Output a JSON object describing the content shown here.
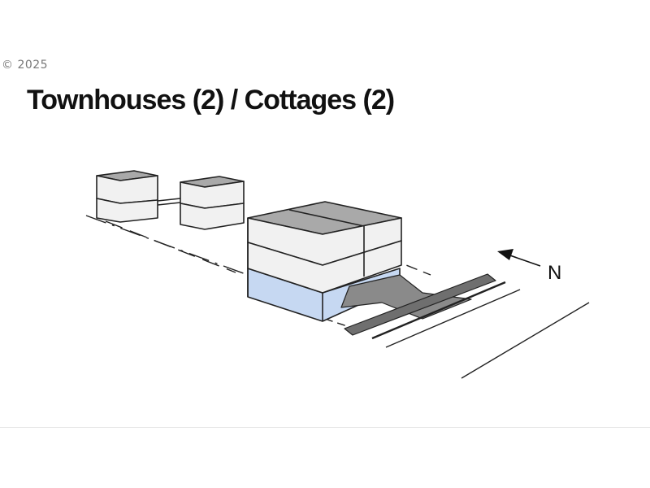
{
  "copyright": "© 2025",
  "title": "Townhouses (2) / Cottages (2)",
  "north_label": "N",
  "colors": {
    "roof": "#a9a9a9",
    "wall": "#f1f1f1",
    "basement": "#c6d8f2",
    "outline": "#222222",
    "paving": "#777777"
  }
}
